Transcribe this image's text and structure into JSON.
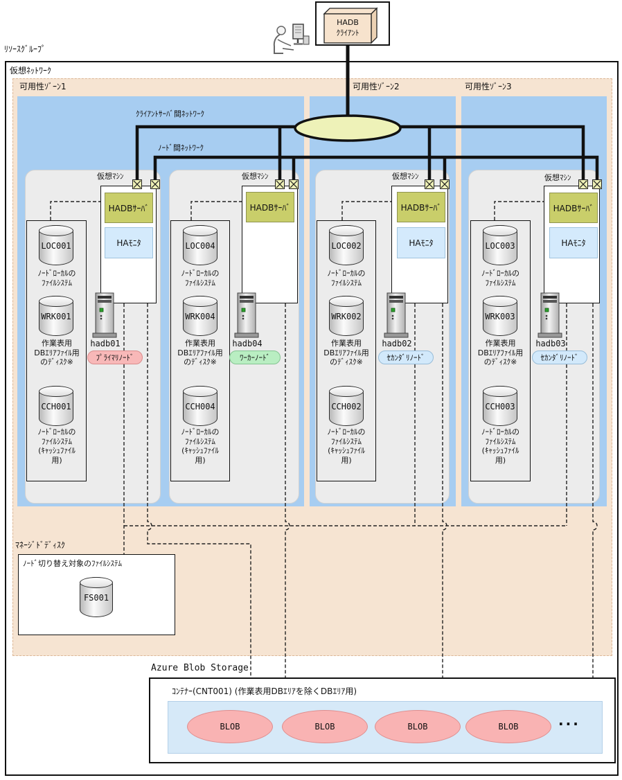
{
  "client": {
    "line1": "HADB",
    "line2": "ｸﾗｲｱﾝﾄ"
  },
  "labels": {
    "resource_group": "ﾘｿｰｽｸﾞﾙｰﾌﾟ",
    "virtual_network": "仮想ﾈｯﾄﾜｰｸ",
    "client_server_network": "ｸﾗｲｱﾝﾄｻｰﾊﾞ間ﾈｯﾄﾜｰｸ",
    "node_network": "ﾉｰﾄﾞ間ﾈｯﾄﾜｰｸ",
    "managed_disk": "ﾏﾈｰｼﾞﾄﾞﾃﾞｨｽｸ",
    "switchover_fs": "ﾉｰﾄﾞ切り替え対象のﾌｧｲﾙｼｽﾃﾑ",
    "fs_disk": "FS001",
    "blob_storage": "Azure Blob Storage",
    "container": "ｺﾝﾃﾅｰ(CNT001) (作業表用DBｴﾘｱを除くDBｴﾘｱ用)",
    "more_blobs": "..."
  },
  "zones": [
    {
      "label": "可用性ｿﾞｰﾝ1"
    },
    {
      "label": "可用性ｿﾞｰﾝ2"
    },
    {
      "label": "可用性ｿﾞｰﾝ3"
    }
  ],
  "vms": [
    {
      "label": "仮想ﾏｼﾝ",
      "server": "HADBｻｰﾊﾞ",
      "monitor": "HAﾓﾆﾀ",
      "host": "hadb01",
      "role": "ﾌﾟﾗｲﾏﾘﾉｰﾄﾞ",
      "disk1": "LOC001",
      "cap1": "ﾉｰﾄﾞﾛｰｶﾙの\nﾌｧｲﾙｼｽﾃﾑ",
      "disk2": "WRK001",
      "cap2": "作業表用\nDBｴﾘｱﾌｧｲﾙ用\nのﾃﾞｨｽｸ※",
      "disk3": "CCH001",
      "cap3": "ﾉｰﾄﾞﾛｰｶﾙの\nﾌｧｲﾙｼｽﾃﾑ\n(ｷｬｯｼｭﾌｧｲﾙ\n用)"
    },
    {
      "label": "仮想ﾏｼﾝ",
      "server": "HADBｻｰﾊﾞ",
      "host": "hadb04",
      "role": "ﾜｰｶｰﾉｰﾄﾞ",
      "disk1": "LOC004",
      "cap1": "ﾉｰﾄﾞﾛｰｶﾙの\nﾌｧｲﾙｼｽﾃﾑ",
      "disk2": "WRK004",
      "cap2": "作業表用\nDBｴﾘｱﾌｧｲﾙ用\nのﾃﾞｨｽｸ※",
      "disk3": "CCH004",
      "cap3": "ﾉｰﾄﾞﾛｰｶﾙの\nﾌｧｲﾙｼｽﾃﾑ\n(ｷｬｯｼｭﾌｧｲﾙ\n用)"
    },
    {
      "label": "仮想ﾏｼﾝ",
      "server": "HADBｻｰﾊﾞ",
      "monitor": "HAﾓﾆﾀ",
      "host": "hadb02",
      "role": "ｾｶﾝﾀﾞﾘﾉｰﾄﾞ",
      "disk1": "LOC002",
      "cap1": "ﾉｰﾄﾞﾛｰｶﾙの\nﾌｧｲﾙｼｽﾃﾑ",
      "disk2": "WRK002",
      "cap2": "作業表用\nDBｴﾘｱﾌｧｲﾙ用\nのﾃﾞｨｽｸ※",
      "disk3": "CCH002",
      "cap3": "ﾉｰﾄﾞﾛｰｶﾙの\nﾌｧｲﾙｼｽﾃﾑ\n(ｷｬｯｼｭﾌｧｲﾙ\n用)"
    },
    {
      "label": "仮想ﾏｼﾝ",
      "server": "HADBｻｰﾊﾞ",
      "monitor": "HAﾓﾆﾀ",
      "host": "hadb03",
      "role": "ｾｶﾝﾀﾞﾘﾉｰﾄﾞ",
      "disk1": "LOC003",
      "cap1": "ﾉｰﾄﾞﾛｰｶﾙの\nﾌｧｲﾙｼｽﾃﾑ",
      "disk2": "WRK003",
      "cap2": "作業表用\nDBｴﾘｱﾌｧｲﾙ用\nのﾃﾞｨｽｸ※",
      "disk3": "CCH003",
      "cap3": "ﾉｰﾄﾞﾛｰｶﾙの\nﾌｧｲﾙｼｽﾃﾑ\n(ｷｬｯｼｭﾌｧｲﾙ\n用)"
    }
  ],
  "blobs": [
    "BLOB",
    "BLOB",
    "BLOB",
    "BLOB"
  ],
  "colors": {
    "zone_fill": "#a7cdf1",
    "subnet_fill": "#f6e4d2",
    "server_fill": "#c9ce6a",
    "monitor_fill": "#d4eafc",
    "primary_node": "#f8b8b8",
    "worker_node": "#b9eec2",
    "secondary_node": "#d2e9fb",
    "nic_fill": "#eef0b6",
    "hub_fill": "#eef2b8",
    "blob_fill": "#f9b3b3",
    "client_box": "#f7e3cd"
  }
}
